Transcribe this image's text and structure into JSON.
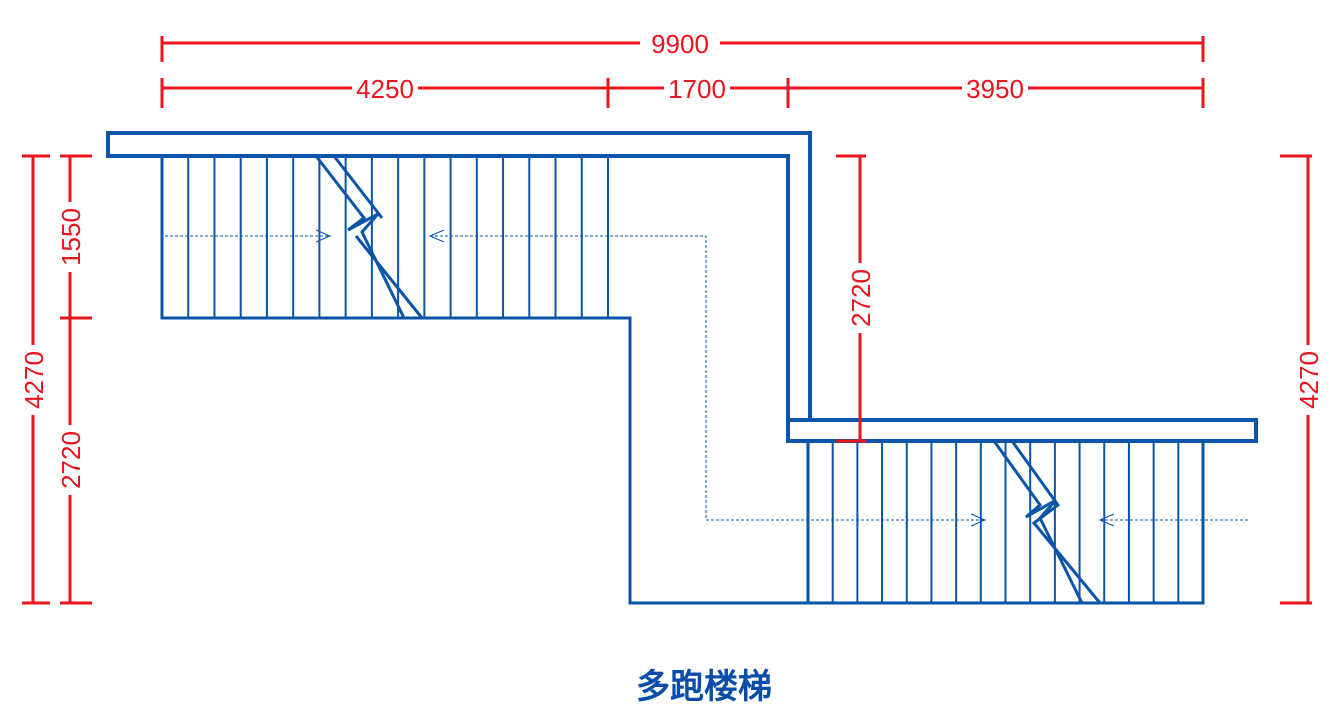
{
  "caption": "多跑楼梯",
  "dimensions": {
    "total_width": "9900",
    "left_flight_width": "4250",
    "landing_width": "1700",
    "right_flight_width": "3950",
    "left_total_height": "4270",
    "left_upper_height": "1550",
    "left_lower_height": "2720",
    "middle_height": "2720",
    "right_total_height": "4270"
  },
  "colors": {
    "outline": "#0a55a8",
    "dimension": "#e8141e",
    "caption": "#0a4da8"
  },
  "upper_flight_treads": 17,
  "lower_flight_treads": 16
}
